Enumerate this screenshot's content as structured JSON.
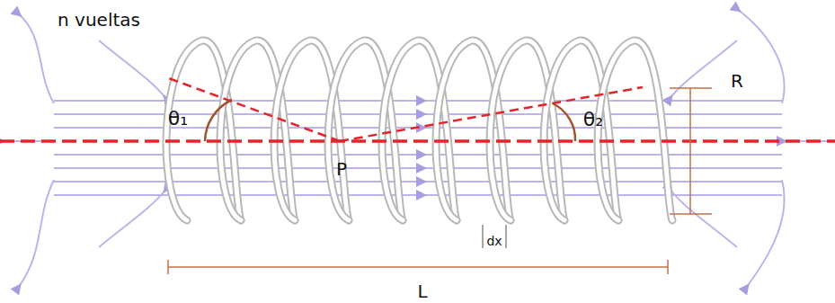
{
  "diagram": {
    "labels": [
      "n vueltas",
      "θ₁",
      "P",
      "θ₂",
      "R",
      "dx",
      "L"
    ]
  }
}
